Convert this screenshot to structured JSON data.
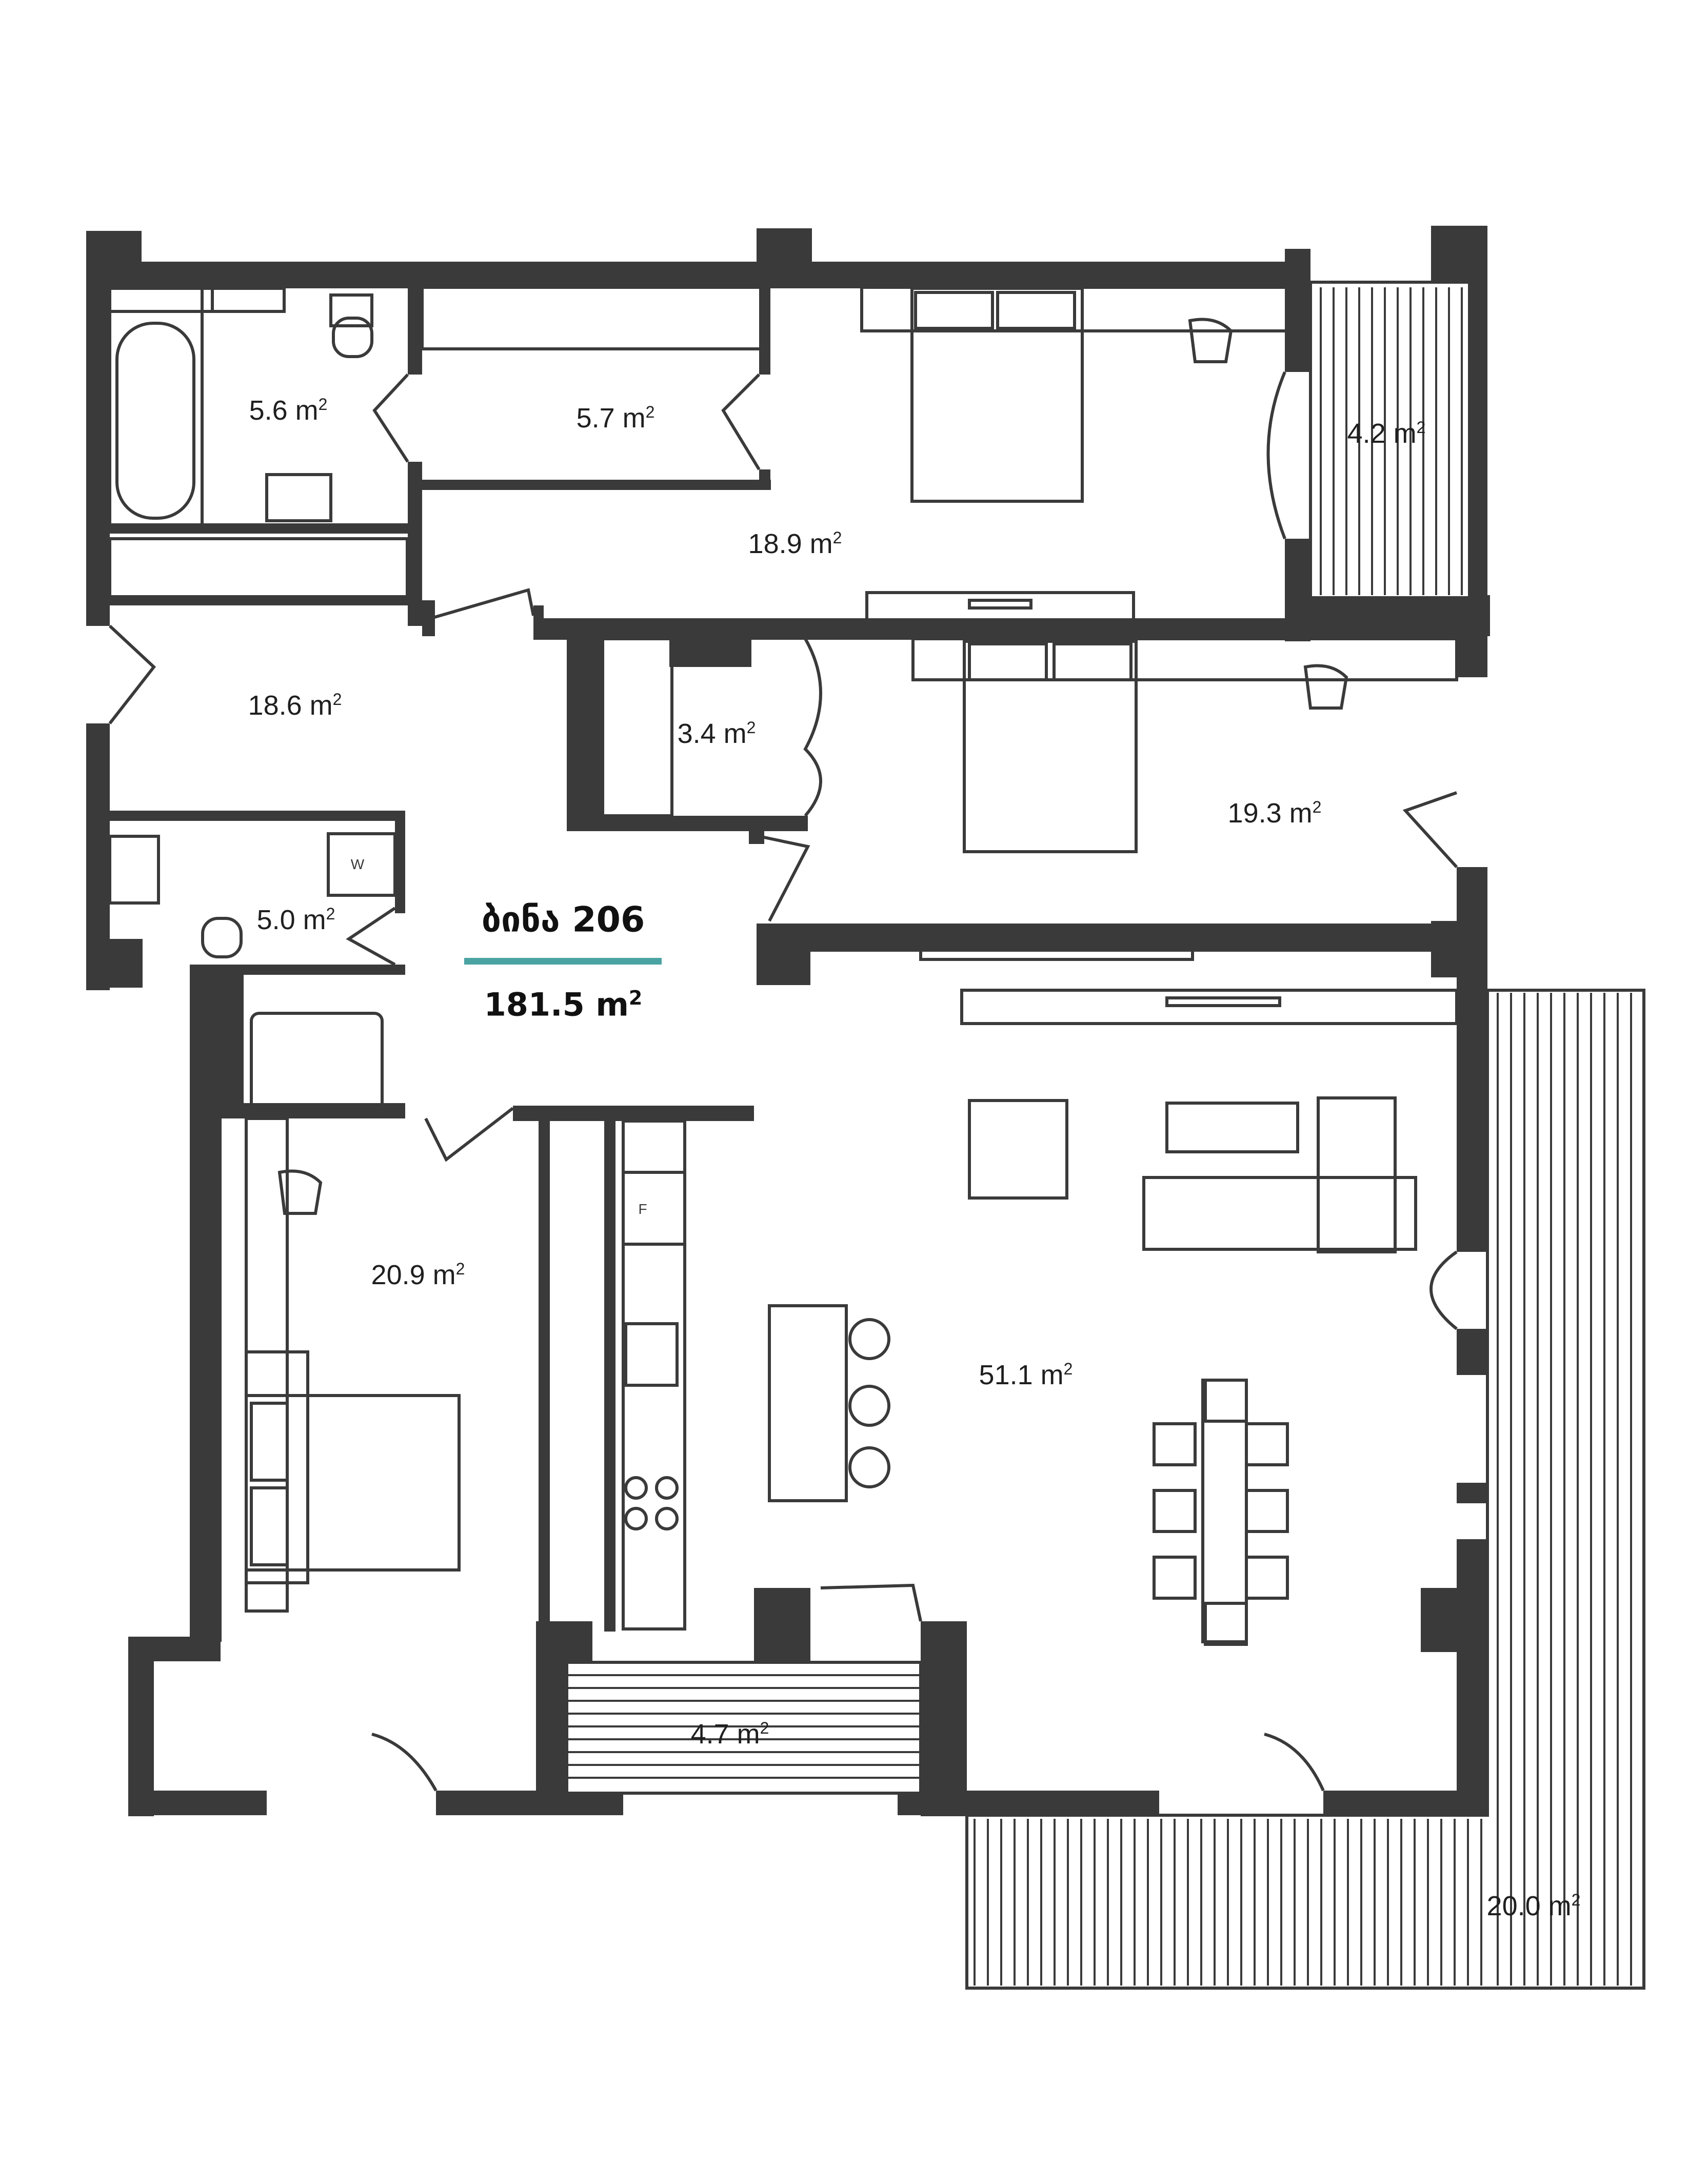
{
  "apartment": {
    "name": "ბინა 206",
    "total_area_value": "181.5 m",
    "total_area_sup": "2",
    "accent_color": "#4aa3a2"
  },
  "wall_color": "#3a3a3a",
  "rooms": [
    {
      "id": "bath-1",
      "value": "5.6 m",
      "sup": "2"
    },
    {
      "id": "wardrobe-1",
      "value": "5.7 m",
      "sup": "2"
    },
    {
      "id": "bedroom-1",
      "value": "18.9 m",
      "sup": "2"
    },
    {
      "id": "balcony-1",
      "value": "4.2 m",
      "sup": "2"
    },
    {
      "id": "hall",
      "value": "18.6 m",
      "sup": "2"
    },
    {
      "id": "wardrobe-2",
      "value": "3.4 m",
      "sup": "2"
    },
    {
      "id": "bedroom-2",
      "value": "19.3 m",
      "sup": "2"
    },
    {
      "id": "bath-2",
      "value": "5.0 m",
      "sup": "2"
    },
    {
      "id": "bedroom-3",
      "value": "20.9 m",
      "sup": "2"
    },
    {
      "id": "living",
      "value": "51.1 m",
      "sup": "2"
    },
    {
      "id": "balcony-2",
      "value": "4.7 m",
      "sup": "2"
    },
    {
      "id": "terrace",
      "value": "20.0 m",
      "sup": "2"
    }
  ],
  "appliance_labels": {
    "washer": "W",
    "fridge": "F"
  }
}
